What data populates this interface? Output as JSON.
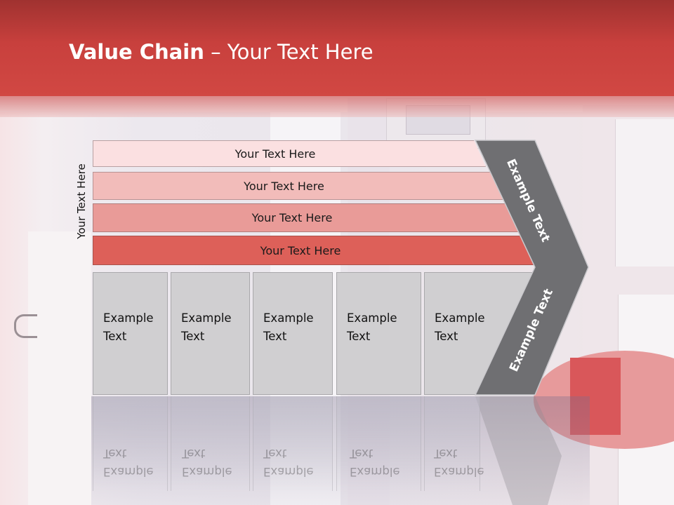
{
  "slide": {
    "title_bold": "Value Chain",
    "title_rest": " – Your Text Here",
    "vertical_label": "Your Text Here",
    "rows": [
      {
        "label": "Your Text Here",
        "color": "#fbe0e1"
      },
      {
        "label": "Your Text Here",
        "color": "#f2bcba"
      },
      {
        "label": "Your Text Here",
        "color": "#e99b98"
      },
      {
        "label": "Your Text Here",
        "color": "#dd6059"
      }
    ],
    "boxes": [
      {
        "line1": "Example",
        "line2": "Text"
      },
      {
        "line1": "Example",
        "line2": "Text"
      },
      {
        "line1": "Example",
        "line2": "Text"
      },
      {
        "line1": "Example",
        "line2": "Text"
      },
      {
        "line1": "Example",
        "line2": "Text"
      }
    ],
    "arrow_top_label": "Example Text",
    "arrow_bottom_label": "Example Text",
    "colors": {
      "header": "#c8403d",
      "arrow": "#6f6f72",
      "box": "#d0cfd1"
    }
  }
}
